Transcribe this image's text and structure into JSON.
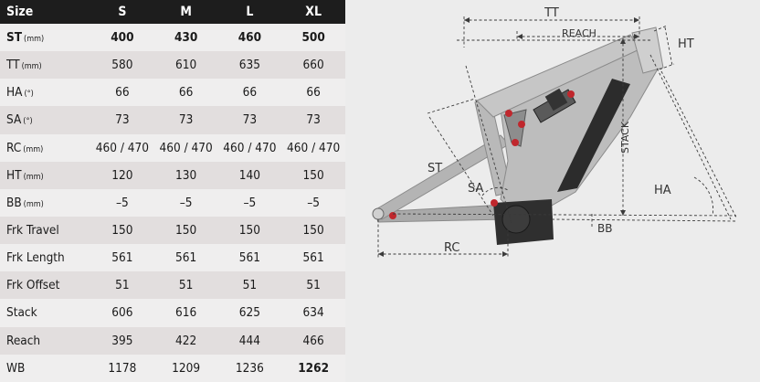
{
  "table": {
    "header": {
      "label": "Size",
      "sizes": [
        "S",
        "M",
        "L",
        "XL"
      ]
    },
    "rows": [
      {
        "label": "ST",
        "unit": "(mm)",
        "values": [
          "400",
          "430",
          "460",
          "500"
        ],
        "bold": true
      },
      {
        "label": "TT",
        "unit": "(mm)",
        "values": [
          "580",
          "610",
          "635",
          "660"
        ],
        "bold": false
      },
      {
        "label": "HA",
        "unit": "(°)",
        "values": [
          "66",
          "66",
          "66",
          "66"
        ],
        "bold": false
      },
      {
        "label": "SA",
        "unit": "(°)",
        "values": [
          "73",
          "73",
          "73",
          "73"
        ],
        "bold": false
      },
      {
        "label": "RC",
        "unit": "(mm)",
        "values": [
          "460 / 470",
          "460 / 470",
          "460 / 470",
          "460 / 470"
        ],
        "bold": false
      },
      {
        "label": "HT",
        "unit": "(mm)",
        "values": [
          "120",
          "130",
          "140",
          "150"
        ],
        "bold": false
      },
      {
        "label": "BB",
        "unit": "(mm)",
        "values": [
          "–5",
          "–5",
          "–5",
          "–5"
        ],
        "bold": false
      },
      {
        "label": "Frk Travel",
        "unit": "",
        "values": [
          "150",
          "150",
          "150",
          "150"
        ],
        "bold": false
      },
      {
        "label": "Frk Length",
        "unit": "",
        "values": [
          "561",
          "561",
          "561",
          "561"
        ],
        "bold": false
      },
      {
        "label": "Frk Offset",
        "unit": "",
        "values": [
          "51",
          "51",
          "51",
          "51"
        ],
        "bold": false
      },
      {
        "label": "Stack",
        "unit": "",
        "values": [
          "606",
          "616",
          "625",
          "634"
        ],
        "bold": false
      },
      {
        "label": "Reach",
        "unit": "",
        "values": [
          "395",
          "422",
          "444",
          "466"
        ],
        "bold": false
      },
      {
        "label": "WB",
        "unit": "",
        "values": [
          "1178",
          "1209",
          "1236",
          "1262"
        ],
        "bold": false
      }
    ]
  },
  "diagram": {
    "labels": {
      "tt": "TT",
      "reach": "REACH",
      "ht": "HT",
      "st": "ST",
      "sa": "SA",
      "stack": "STACK",
      "ha": "HA",
      "bb": "BB",
      "rc": "RC"
    }
  },
  "colors": {
    "header_bg": "#1d1d1d",
    "row_light": "#efeeee",
    "row_dark": "#e2dede",
    "frame": "#b9b9b9",
    "battery": "#2c2c2c",
    "pivot": "#c0272d",
    "dim_line": "#3a3a3a"
  }
}
